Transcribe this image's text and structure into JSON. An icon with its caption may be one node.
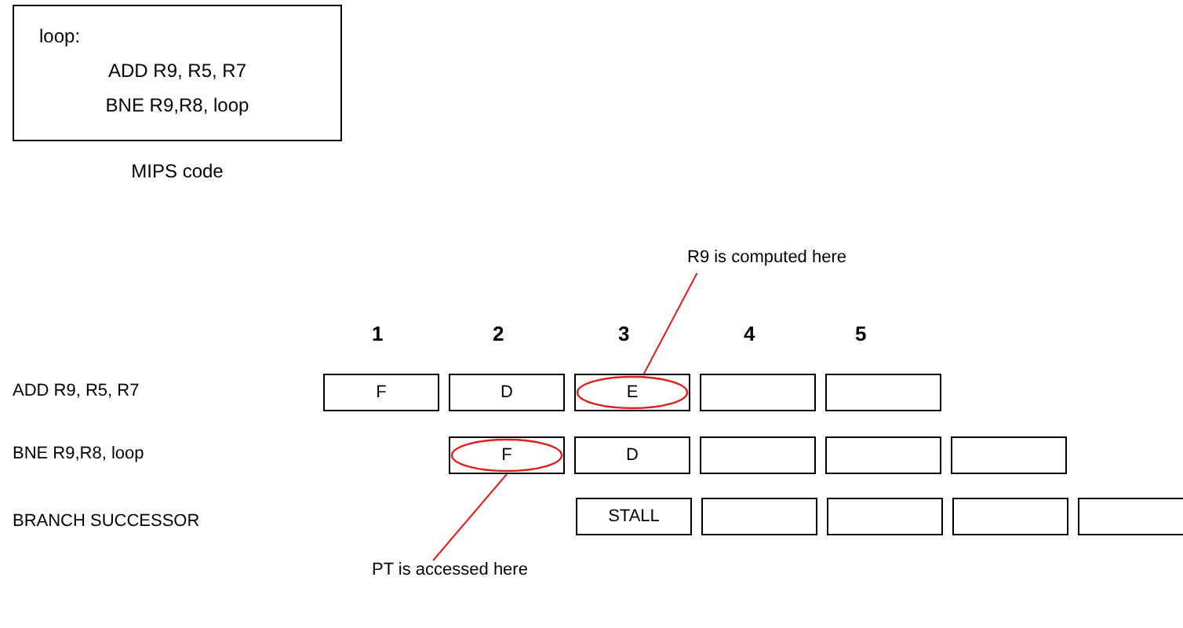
{
  "diagram": {
    "nodes": [
      {
        "text": [
          "loop:",
          "ADD R9, R5, R7",
          "BNE R9,R8, loop"
        ],
        "beside": [
          "MIPS code"
        ]
      },
      {
        "text": [
          "R9 is computed here"
        ]
      },
      {
        "text": [
          "F"
        ]
      },
      {
        "text": [
          "D"
        ]
      },
      {
        "text": [
          "E"
        ]
      },
      {
        "text": [],
        "shape": "box"
      },
      {
        "text": [],
        "shape": "box"
      },
      {
        "text": [
          "F"
        ]
      },
      {
        "text": [
          "D"
        ]
      },
      {
        "text": [],
        "shape": "box"
      },
      {
        "text": [],
        "shape": "box"
      },
      {
        "text": [],
        "shape": "box"
      },
      {
        "text": [
          "STALL"
        ]
      },
      {
        "text": [],
        "shape": "box"
      },
      {
        "text": [],
        "shape": "box"
      },
      {
        "text": [],
        "shape": "box"
      },
      {
        "text": [],
        "shape": "box"
      },
      {
        "text": [
          "PT is accessed here"
        ]
      }
    ],
    "edges": [
      {
        "from": 1,
        "to": 4,
        "arrow": "none"
      },
      {
        "from": 17,
        "to": 7,
        "arrow": "none"
      }
    ],
    "labels": [
      "1",
      "2",
      "3",
      "4",
      "5",
      "ADD R9, R5, R7",
      "BNE R9,R8, loop",
      "BRANCH SUCCESSOR"
    ]
  }
}
